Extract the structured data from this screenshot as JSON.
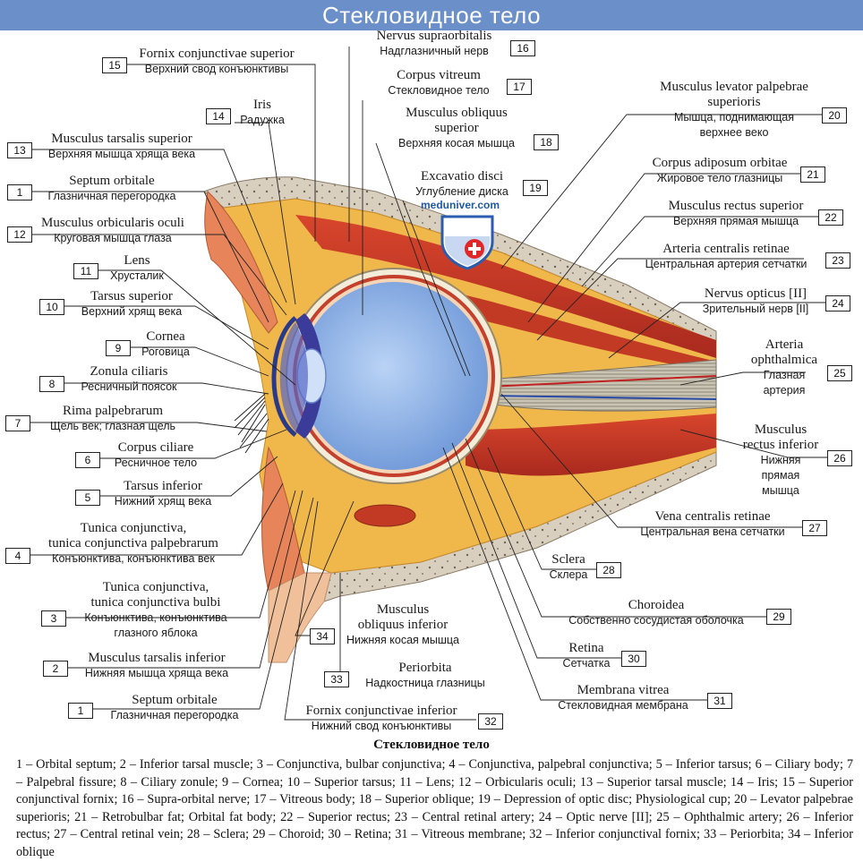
{
  "header": {
    "title": "Стекловидное тело"
  },
  "watermark": "meduniver.com",
  "caption": {
    "title": "Стекловидное тело",
    "legend": "1 – Orbital septum; 2 – Inferior tarsal muscle; 3 – Conjunctiva, bulbar conjunctiva; 4 – Conjunctiva, palpebral conjunctiva; 5 – Inferior tarsus; 6 – Ciliary body; 7 – Palpebral fissure; 8 – Ciliary zonule; 9 – Cornea; 10 – Superior tarsus; 11 – Lens; 12 – Orbicularis oculi; 13 – Superior tarsal muscle; 14 – Iris; 15 – Superior conjunctival fornix; 16 – Supra-orbital nerve; 17 – Vitreous body; 18 – Superior oblique; 19 – Depression of optic disc; Physiological cup; 20 – Levator palpebrae superioris; 21 – Retrobulbar fat; Orbital fat body; 22 – Superior rectus; 23 – Central retinal artery; 24 – Optic nerve [II]; 25 – Ophthalmic artery; 26 – Inferior rectus; 27 – Central retinal vein; 28 – Sclera; 29 – Choroid; 30 – Retina; 31 – Vitreous membrane; 32 – Inferior conjunctival fornix; 33 – Periorbita; 34 – Inferior oblique"
  },
  "labels": {
    "l15": {
      "num": "15",
      "lat": "Fornix conjunctivae superior",
      "rus": "Верхний свод конъюнктивы"
    },
    "l16": {
      "num": "16",
      "lat": "Nervus supraorbitalis",
      "rus": "Надглазничный нерв"
    },
    "l17": {
      "num": "17",
      "lat": "Corpus vitreum",
      "rus": "Стекловидное тело"
    },
    "l18": {
      "num": "18",
      "lat1": "Musculus obliquus",
      "lat2": "superior",
      "rus": "Верхняя косая мышца"
    },
    "l19": {
      "num": "19",
      "lat": "Excavatio disci",
      "rus": "Углубление диска"
    },
    "l14": {
      "num": "14",
      "lat": "Iris",
      "rus": "Радужка"
    },
    "l13": {
      "num": "13",
      "lat": "Musculus tarsalis superior",
      "rus": "Верхняя мышца хряща века"
    },
    "l1a": {
      "num": "1",
      "lat": "Septum orbitale",
      "rus": "Глазничная перегородка"
    },
    "l12": {
      "num": "12",
      "lat": "Musculus orbicularis oculi",
      "rus": "Круговая мышца глаза"
    },
    "l11": {
      "num": "11",
      "lat": "Lens",
      "rus": "Хрусталик"
    },
    "l10": {
      "num": "10",
      "lat": "Tarsus superior",
      "rus": "Верхний хрящ века"
    },
    "l9": {
      "num": "9",
      "lat": "Cornea",
      "rus": "Роговица"
    },
    "l8": {
      "num": "8",
      "lat": "Zonula ciliaris",
      "rus": "Ресничный поясок"
    },
    "l7": {
      "num": "7",
      "lat": "Rima palpebrarum",
      "rus": "Щель век; глазная щель"
    },
    "l6": {
      "num": "6",
      "lat": "Corpus ciliare",
      "rus": "Ресничное тело"
    },
    "l5": {
      "num": "5",
      "lat": "Tarsus inferior",
      "rus": "Нижний хрящ века"
    },
    "l4": {
      "num": "4",
      "lat1": "Tunica conjunctiva,",
      "lat2": "tunica conjunctiva palpebrarum",
      "rus": "Конъюнктива, конъюнктива век"
    },
    "l3": {
      "num": "3",
      "lat1": "Tunica conjunctiva,",
      "lat2": "tunica conjunctiva bulbi",
      "rus1": "Конъюнктива, конъюнктива",
      "rus2": "глазного яблока"
    },
    "l2": {
      "num": "2",
      "lat": "Musculus tarsalis inferior",
      "rus": "Нижняя мышца хряща века"
    },
    "l1b": {
      "num": "1",
      "lat": "Septum orbitale",
      "rus": "Глазничная перегородка"
    },
    "l20": {
      "num": "20",
      "lat1": "Musculus levator palpebrae",
      "lat2": "superioris",
      "rus1": "Мышца, поднимающая",
      "rus2": "верхнее веко"
    },
    "l21": {
      "num": "21",
      "lat": "Corpus adiposum orbitae",
      "rus": "Жировое тело глазницы"
    },
    "l22": {
      "num": "22",
      "lat": "Musculus rectus superior",
      "rus": "Верхняя прямая мышца"
    },
    "l23": {
      "num": "23",
      "lat": "Arteria centralis retinae",
      "rus": "Центральная артерия сетчатки"
    },
    "l24": {
      "num": "24",
      "lat": "Nervus opticus [II]",
      "rus": "Зрительный нерв [II]"
    },
    "l25": {
      "num": "25",
      "lat1": "Arteria",
      "lat2": "ophthalmica",
      "rus1": "Глазная",
      "rus2": "артерия"
    },
    "l26": {
      "num": "26",
      "lat1": "Musculus",
      "lat2": "rectus inferior",
      "rus1": "Нижняя",
      "rus2": "прямая",
      "rus3": "мышца"
    },
    "l27": {
      "num": "27",
      "lat": "Vena centralis retinae",
      "rus": "Центральная вена сетчатки"
    },
    "l28": {
      "num": "28",
      "lat": "Sclera",
      "rus": "Склера"
    },
    "l29": {
      "num": "29",
      "lat": "Choroidea",
      "rus": "Собственно сосудистая оболочка"
    },
    "l30": {
      "num": "30",
      "lat": "Retina",
      "rus": "Сетчатка"
    },
    "l31": {
      "num": "31",
      "lat": "Membrana vitrea",
      "rus": "Стекловидная мембрана"
    },
    "l34": {
      "num": "34",
      "lat1": "Musculus",
      "lat2": "obliquus inferior",
      "rus": "Нижняя косая мышца"
    },
    "l33": {
      "num": "33",
      "lat": "Periorbita",
      "rus": "Надкостница глазницы"
    },
    "l32": {
      "num": "32",
      "lat": "Fornix conjunctivae inferior",
      "rus": "Нижний свод конъюнктивы"
    }
  }
}
